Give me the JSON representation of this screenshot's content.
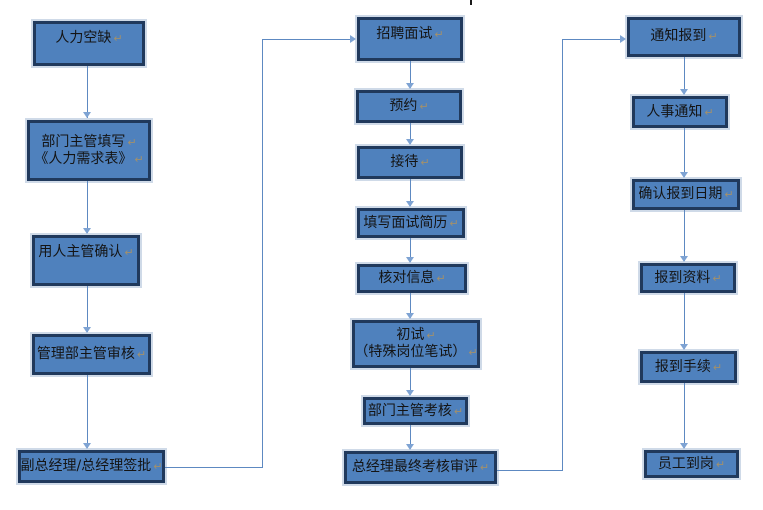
{
  "flowchart": {
    "left_column": [
      {
        "lines": [
          "人力空缺"
        ]
      },
      {
        "lines": [
          "部门主管填写",
          "《人力需求表》"
        ]
      },
      {
        "lines": [
          "用人主管确认"
        ]
      },
      {
        "lines": [
          "管理部主管审核"
        ]
      },
      {
        "lines": [
          "副总经理/总经理签批"
        ]
      }
    ],
    "middle_column": [
      {
        "lines": [
          "招聘面试"
        ]
      },
      {
        "lines": [
          "预约"
        ]
      },
      {
        "lines": [
          "接待"
        ]
      },
      {
        "lines": [
          "填写面试简历"
        ]
      },
      {
        "lines": [
          "核对信息"
        ]
      },
      {
        "lines": [
          "初试",
          "（特殊岗位笔试）"
        ]
      },
      {
        "lines": [
          "部门主管考核"
        ]
      },
      {
        "lines": [
          "总经理最终考核审评"
        ]
      }
    ],
    "right_column": [
      {
        "lines": [
          "通知报到"
        ]
      },
      {
        "lines": [
          "人事通知"
        ]
      },
      {
        "lines": [
          "确认报到日期"
        ]
      },
      {
        "lines": [
          "报到资料"
        ]
      },
      {
        "lines": [
          "报到手续"
        ]
      },
      {
        "lines": [
          "员工到岗"
        ]
      }
    ],
    "symbols": {
      "return_mark": "↵"
    },
    "colors": {
      "node_fill": "#4f81bd",
      "node_border": "#20395c",
      "node_halo": "#cfdae8",
      "connector": "#5d89c1",
      "arrowhead": "#7ea3d3",
      "return_mark": "#a2906c",
      "text": "#141414"
    }
  }
}
